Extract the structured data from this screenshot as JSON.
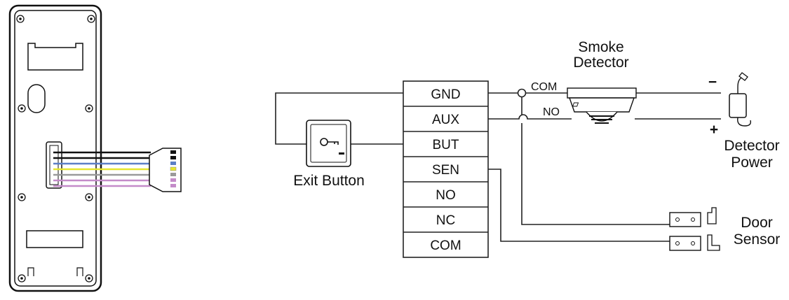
{
  "terminal_block": {
    "terminals": [
      "GND",
      "AUX",
      "BUT",
      "SEN",
      "NO",
      "NC",
      "COM"
    ]
  },
  "exit_button": {
    "label": "Exit Button"
  },
  "smoke_detector": {
    "label_line1": "Smoke",
    "label_line2": "Detector",
    "com_label": "COM",
    "no_label": "NO"
  },
  "detector_power": {
    "label_line1": "Detector",
    "label_line2": "Power",
    "minus": "−",
    "plus": "+"
  },
  "door_sensor": {
    "label_line1": "Door",
    "label_line2": "Sensor"
  },
  "wire_colors": [
    "#111111",
    "#111111",
    "#5b7fc7",
    "#e6e62e",
    "#9a9a9a",
    "#c48bc9",
    "#c48bc9"
  ]
}
